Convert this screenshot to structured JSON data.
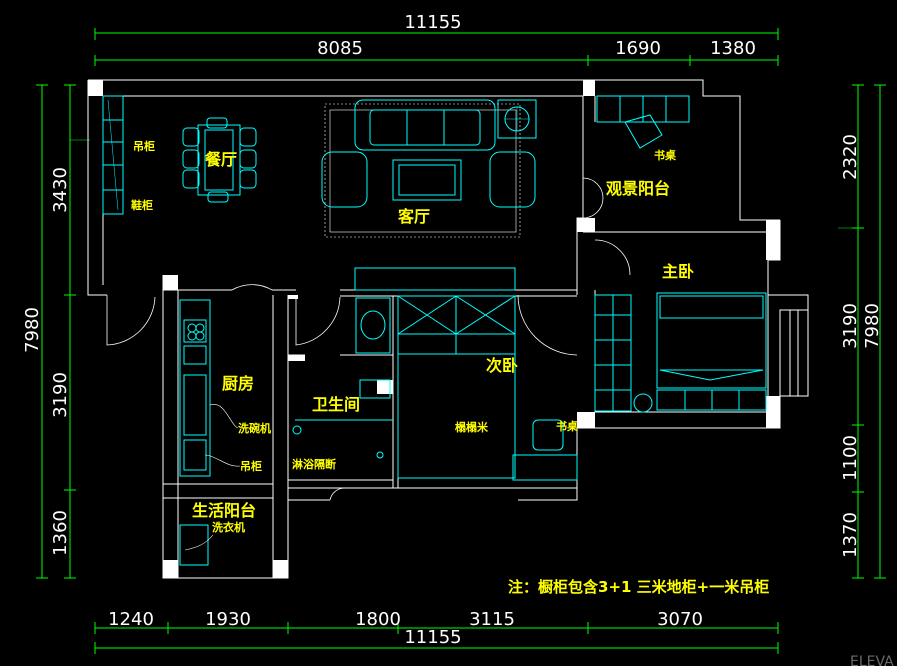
{
  "colors": {
    "background": "#000000",
    "dimension": "#00ff00",
    "wall": "#ffffff",
    "furniture": "#00ffff",
    "label": "#ffff00"
  },
  "dimensions": {
    "top_total": "11155",
    "top_segments": [
      "8085",
      "1690",
      "1380"
    ],
    "bottom_segments": [
      "1240",
      "1930",
      "1800",
      "3115",
      "3070"
    ],
    "bottom_total": "11155",
    "left_total": "7980",
    "left_segments": [
      "3430",
      "3190",
      "1360"
    ],
    "right_total": "7980",
    "right_segments": [
      "2320",
      "3190",
      "1100",
      "1370"
    ]
  },
  "rooms": {
    "dining": "餐厅",
    "living": "客厅",
    "view_balcony": "观景阳台",
    "master_bedroom": "主卧",
    "kitchen": "厨房",
    "bathroom": "卫生间",
    "second_bedroom": "次卧",
    "utility_balcony": "生活阳台"
  },
  "labels": {
    "wall_cabinet": "吊柜",
    "shoe_cabinet": "鞋柜",
    "desk_balcony": "书桌",
    "dishwasher": "洗碗机",
    "kitchen_wall_cabinet": "吊柜",
    "shower_partition": "淋浴隔断",
    "tatami": "榻榻米",
    "desk_bedroom": "书桌",
    "washer": "洗衣机"
  },
  "note": "注：橱柜包含3+1  三米地柜+一米吊柜",
  "corner_text": "ELEVA"
}
